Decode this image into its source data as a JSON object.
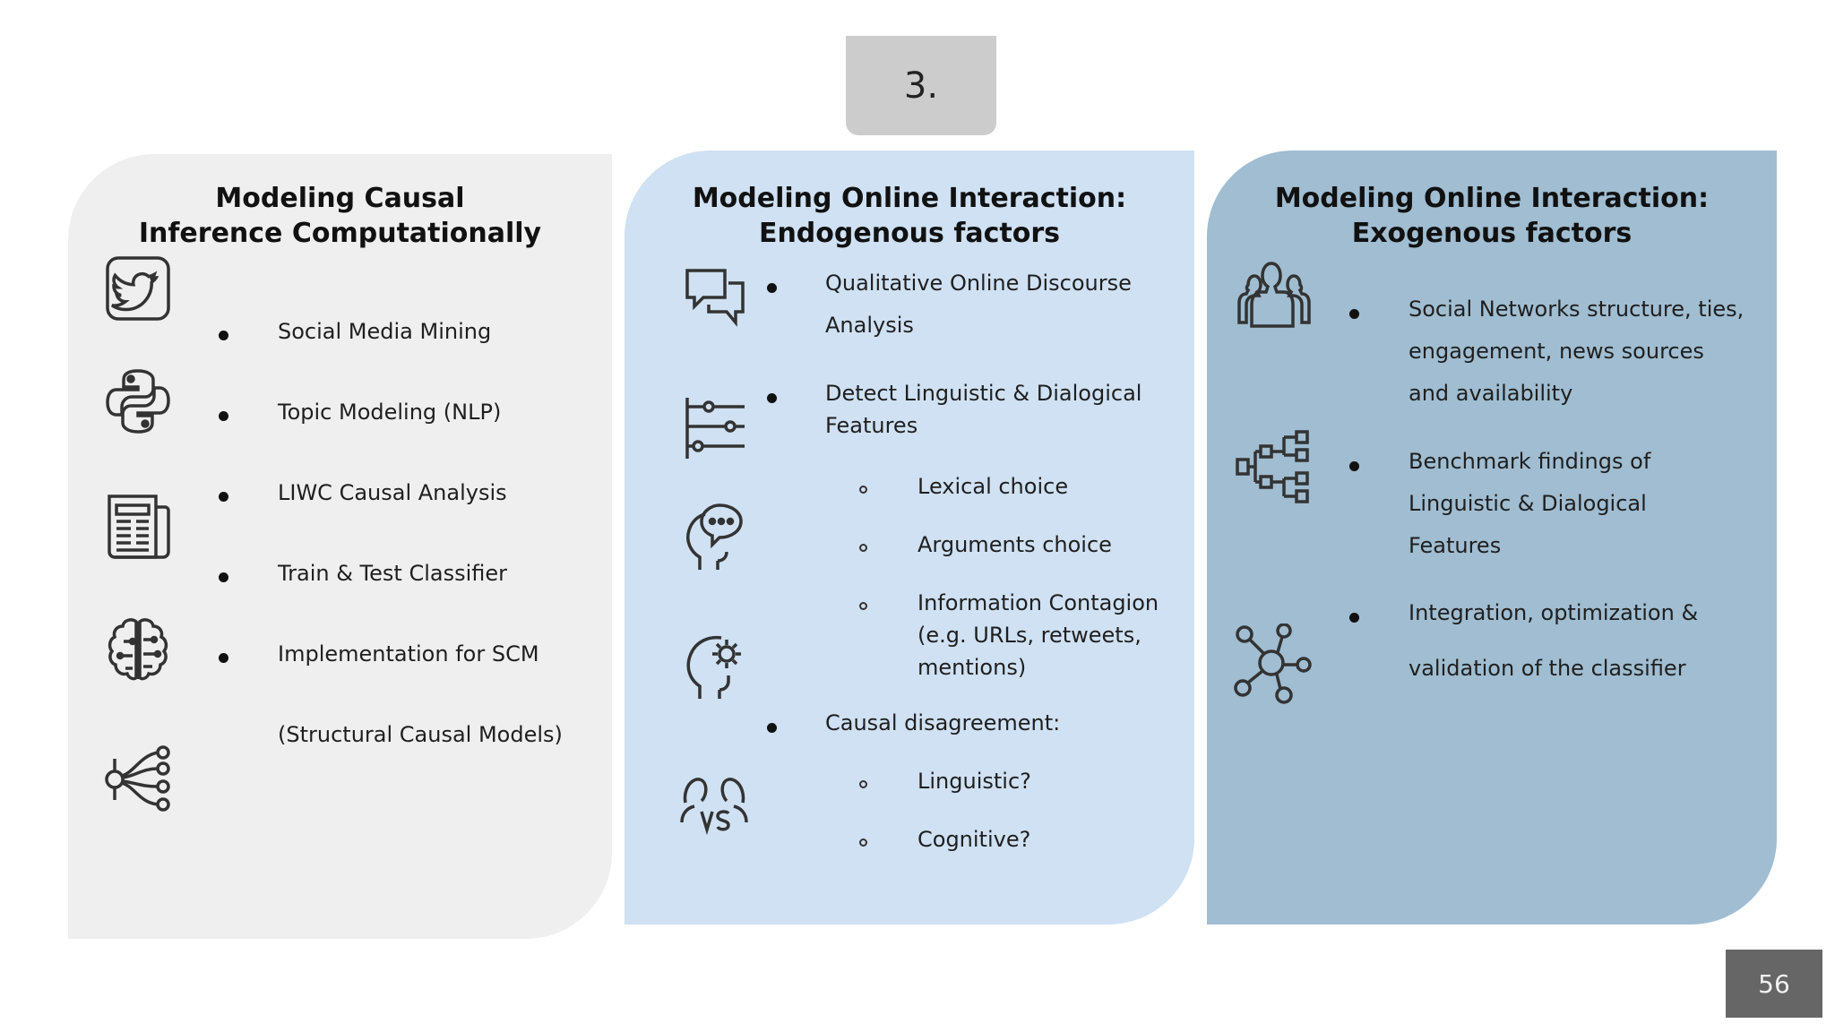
{
  "step_label": "3.",
  "page_number": "56",
  "panels": [
    {
      "title_line1": "Modeling Causal",
      "title_line2": "Inference Computationally",
      "items": [
        "Social Media Mining",
        "Topic Modeling (NLP)",
        "LIWC Causal Analysis",
        "Train & Test Classifier",
        "Implementation for SCM",
        "(Structural Causal Models)"
      ],
      "icons": [
        "twitter-icon",
        "python-icon",
        "newspaper-icon",
        "brain-circuit-icon",
        "network-tree-icon"
      ]
    },
    {
      "title_line1": "Modeling Online Interaction:",
      "title_line2": "Endogenous factors",
      "items": [
        "Qualitative Online Discourse",
        "Analysis",
        "Detect Linguistic & Dialogical",
        "Features",
        "Lexical choice",
        "Arguments choice",
        "Information Contagion",
        "(e.g. URLs, retweets,",
        "mentions)",
        "Causal disagreement:",
        "Linguistic?",
        "Cognitive?"
      ],
      "icons": [
        "chat-bubbles-icon",
        "sliders-icon",
        "head-speech-icon",
        "head-gear-icon",
        "people-versus-icon"
      ]
    },
    {
      "title_line1": "Modeling Online Interaction:",
      "title_line2": "Exogenous factors",
      "items": [
        "Social Networks structure, ties,",
        "engagement, news sources",
        "and availability",
        "Benchmark findings of",
        "Linguistic & Dialogical",
        "Features",
        "Integration, optimization &",
        "validation of the classifier"
      ],
      "icons": [
        "group-icon",
        "hierarchy-icon",
        "hub-network-icon"
      ]
    }
  ],
  "colors": {
    "panel1": "#efefef",
    "panel2": "#cfe1f3",
    "panel3": "#a0bdd1",
    "step_tag": "#cccccc",
    "page_badge": "#666666"
  }
}
